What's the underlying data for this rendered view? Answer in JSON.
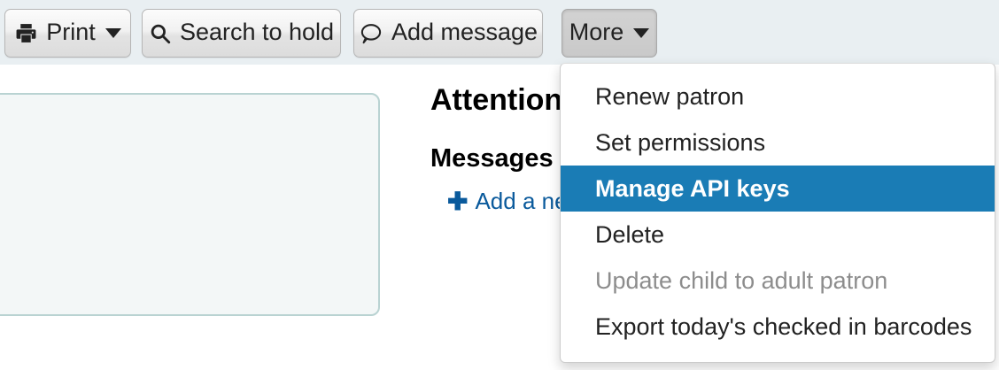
{
  "toolbar": {
    "buttons": [
      {
        "label": "Print",
        "icon": "printer-icon",
        "has_caret": true,
        "state": "normal"
      },
      {
        "label": "Search to hold",
        "icon": "search-icon",
        "has_caret": false,
        "state": "normal"
      },
      {
        "label": "Add message",
        "icon": "speech-bubble-icon",
        "has_caret": false,
        "state": "normal"
      },
      {
        "label": "More",
        "icon": "",
        "has_caret": true,
        "state": "active"
      }
    ],
    "background_color": "#e9eff2"
  },
  "content": {
    "attention_heading": "Attention",
    "messages_heading": "Messages",
    "add_message_link": "Add a ne",
    "plus_glyph": "✚"
  },
  "left_panel": {
    "border_color": "#b9d3d2",
    "background_color": "#f3f7f7"
  },
  "dropdown": {
    "highlight_color": "#1a7cb5",
    "disabled_color": "#8d8d8d",
    "items": [
      {
        "label": "Renew patron",
        "state": "normal"
      },
      {
        "label": "Set permissions",
        "state": "normal"
      },
      {
        "label": "Manage API keys",
        "state": "highlighted"
      },
      {
        "label": "Delete",
        "state": "normal"
      },
      {
        "label": "Update child to adult patron",
        "state": "disabled"
      },
      {
        "label": "Export today's checked in barcodes",
        "state": "normal"
      }
    ]
  }
}
